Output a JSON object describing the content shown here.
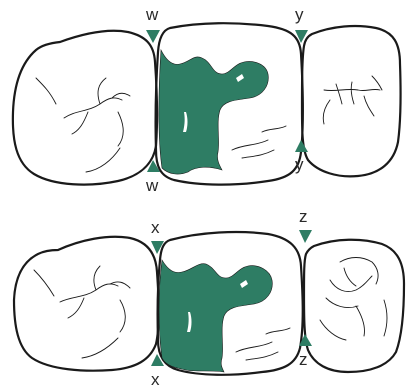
{
  "colors": {
    "preparation": "#2e7d64",
    "outline": "#1a1a1a",
    "background": "#ffffff"
  },
  "labels": {
    "w_top": "w",
    "w_bottom": "w",
    "y_top": "y",
    "y_bottom": "y",
    "x_top": "x",
    "x_bottom": "x",
    "z_top": "z",
    "z_bottom": "z"
  }
}
